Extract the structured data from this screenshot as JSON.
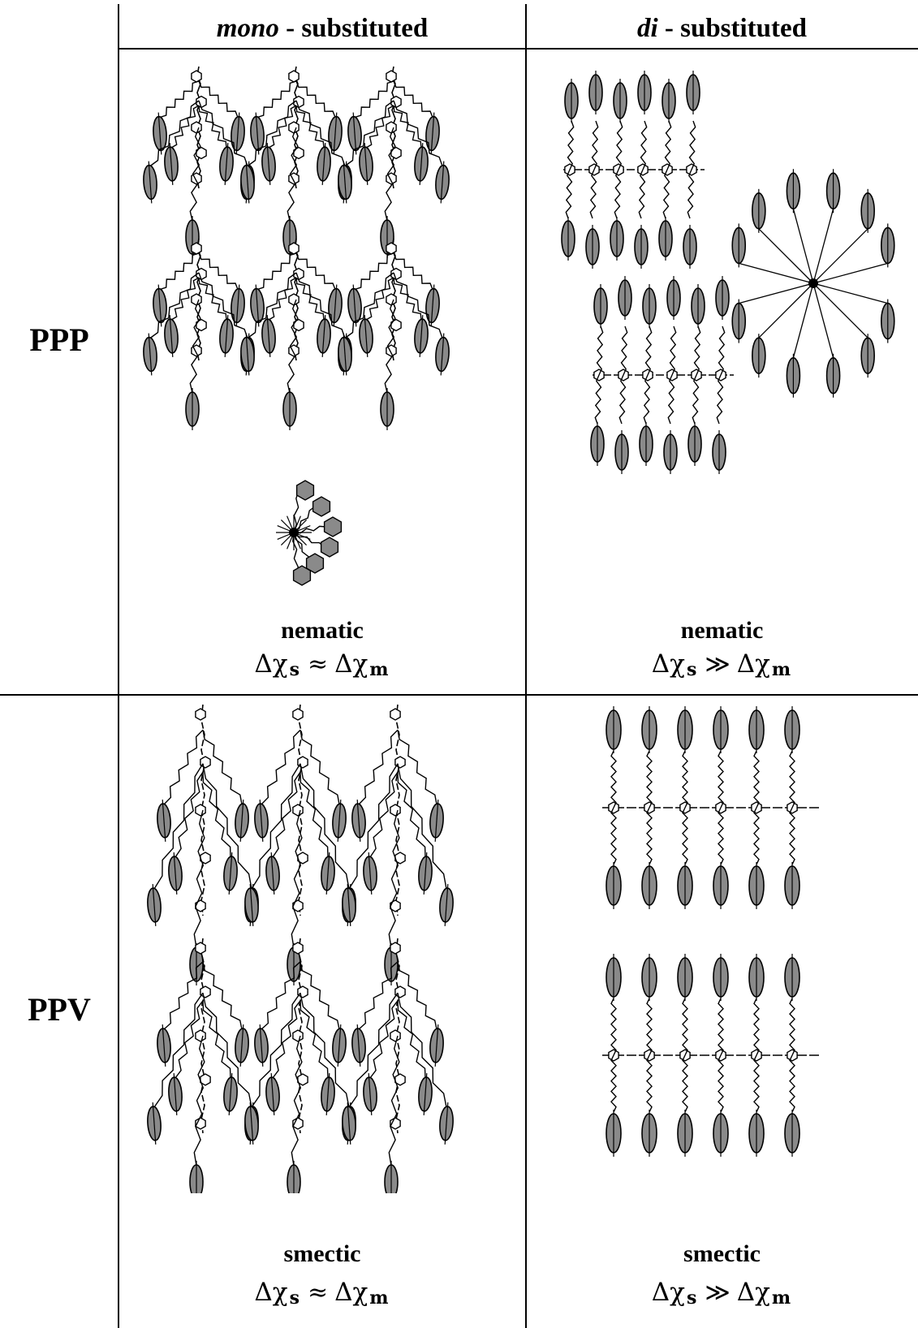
{
  "header": {
    "mono_italic": "mono",
    "mono_rest": " - substituted",
    "di_italic": "di",
    "di_rest": " - substituted"
  },
  "rows": {
    "ppp": "PPP",
    "ppv": "PPV"
  },
  "cells": {
    "ppp_mono": {
      "phase": "nematic",
      "lhs": "Δχ",
      "lhs_sub": "s",
      "relation": "≈",
      "rhs": "Δχ",
      "rhs_sub": "m"
    },
    "ppp_di": {
      "phase": "nematic",
      "lhs": "Δχ",
      "lhs_sub": "s",
      "relation": "≫",
      "rhs": "Δχ",
      "rhs_sub": "m"
    },
    "ppv_mono": {
      "phase": "smectic",
      "lhs": "Δχ",
      "lhs_sub": "s",
      "relation": "≈",
      "rhs": "Δχ",
      "rhs_sub": "m"
    },
    "ppv_di": {
      "phase": "smectic",
      "lhs": "Δχ",
      "lhs_sub": "s",
      "relation": "≫",
      "rhs": "Δχ",
      "rhs_sub": "m"
    }
  },
  "colors": {
    "mesogen_fill": "#8a8a8a",
    "line": "#000000"
  }
}
